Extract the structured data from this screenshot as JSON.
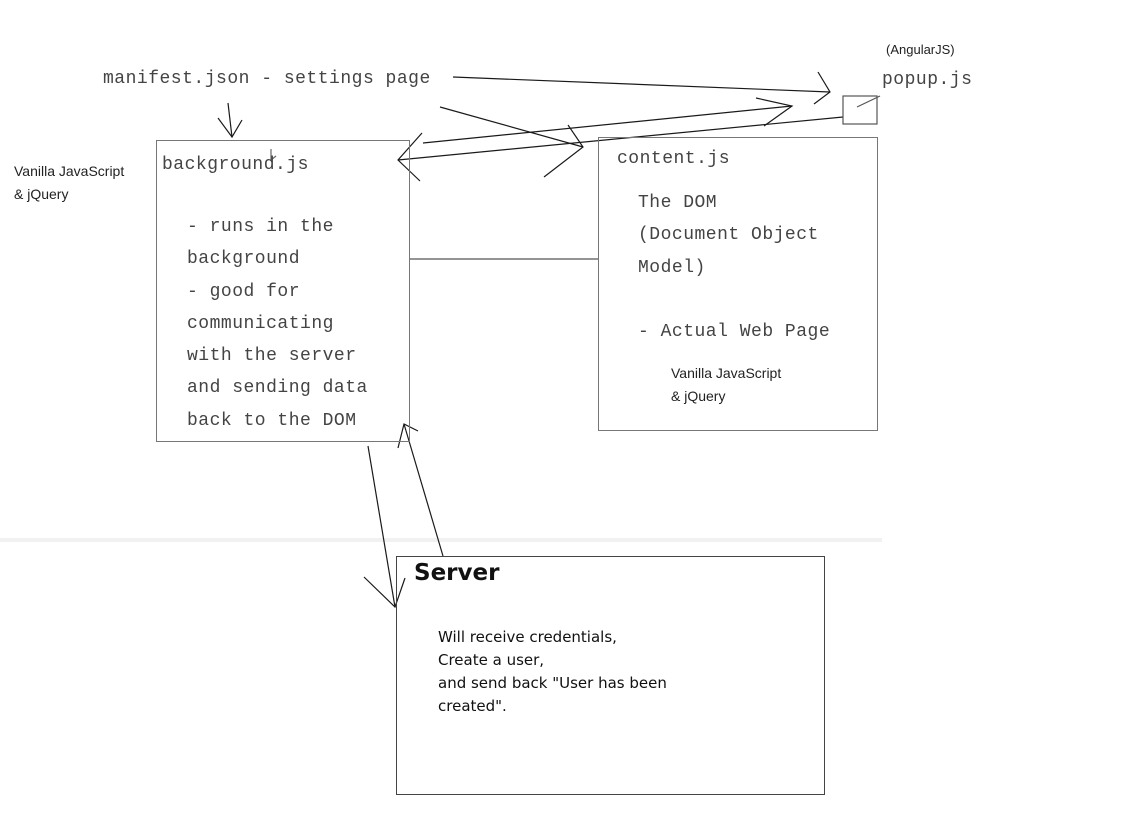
{
  "manifest": {
    "label": "manifest.json - settings page"
  },
  "popup": {
    "label": "popup.js",
    "framework": "(AngularJS)"
  },
  "background": {
    "title": "background.js",
    "lines": [
      "- runs in the",
      "background",
      "- good for",
      "communicating",
      "with the server",
      "and sending data",
      "back to the DOM"
    ],
    "tech_lines": [
      "Vanilla JavaScript",
      "& jQuery"
    ]
  },
  "content": {
    "title": "content.js",
    "lines": [
      "The DOM",
      "(Document Object",
      "Model)",
      "",
      "- Actual Web Page"
    ],
    "tech_lines": [
      "Vanilla JavaScript",
      "& jQuery"
    ]
  },
  "server": {
    "title": "Server",
    "lines": [
      "Will receive credentials,",
      "Create a user,",
      "and send back \"User has been",
      "created\"."
    ]
  }
}
